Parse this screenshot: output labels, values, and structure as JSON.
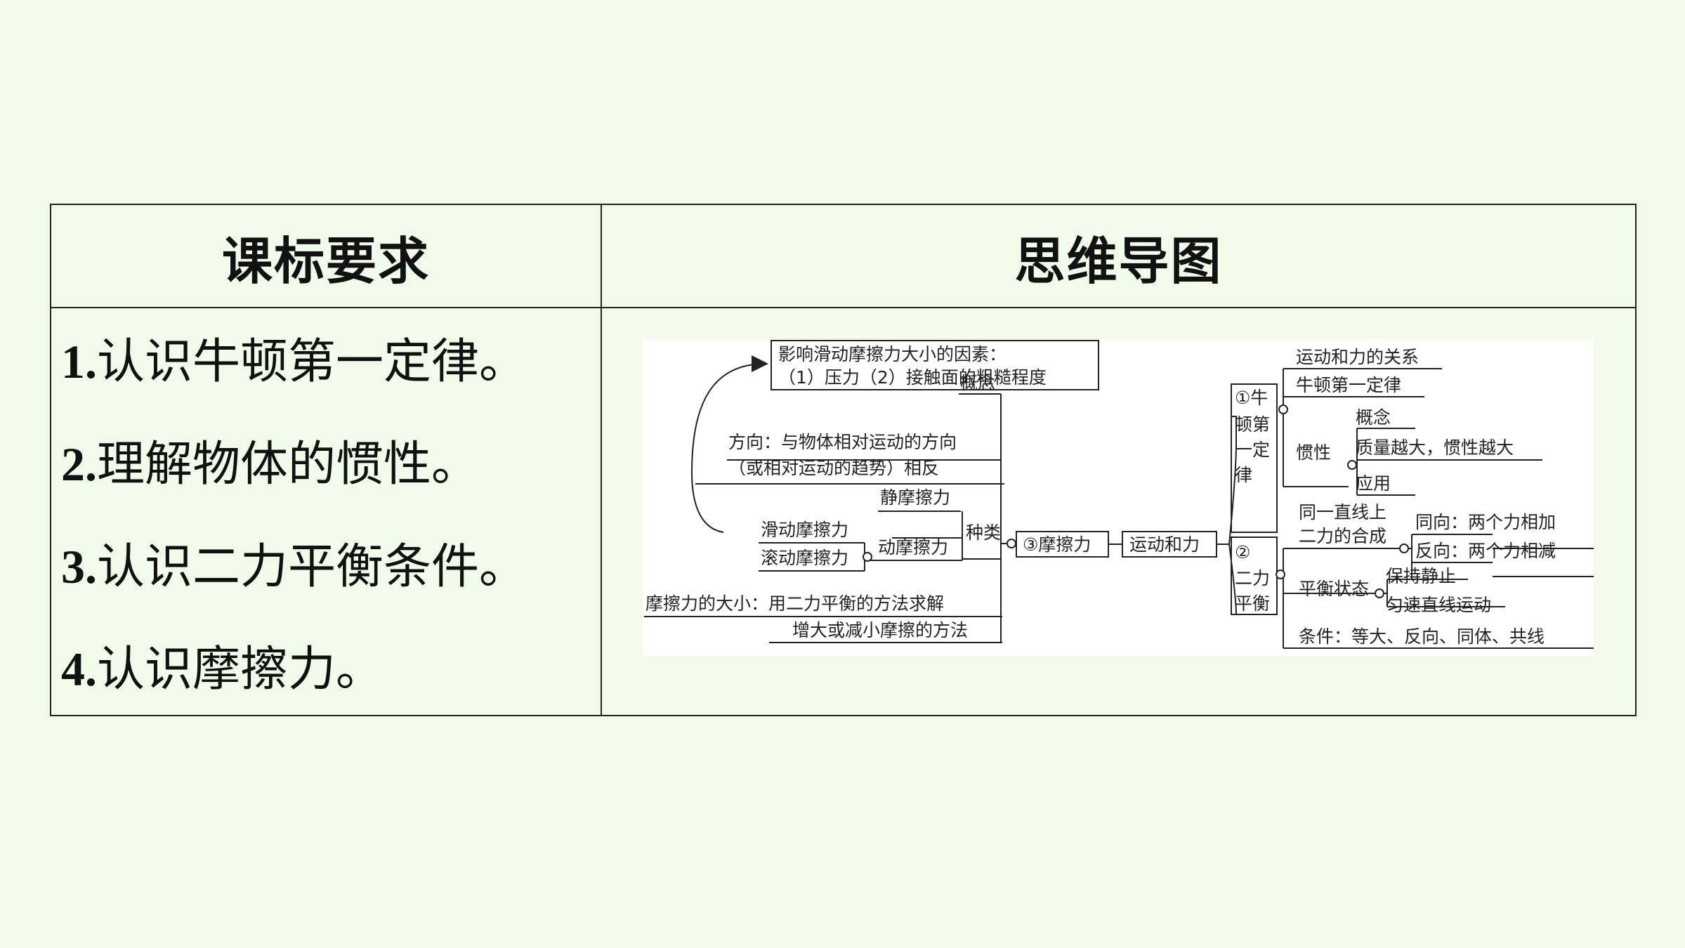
{
  "table": {
    "headers": [
      "课标要求",
      "思维导图"
    ],
    "requirements": [
      {
        "num": "1.",
        "text": "认识牛顿第一定律。"
      },
      {
        "num": "2.",
        "text": "理解物体的惯性。"
      },
      {
        "num": "3.",
        "text": "认识二力平衡条件。"
      },
      {
        "num": "4.",
        "text": "认识摩擦力。"
      }
    ]
  },
  "mindmap": {
    "root": "运动和力",
    "friction": {
      "label": "③摩擦力",
      "factors_line1": "影响滑动摩擦力大小的因素：",
      "factors_line2": "（1）压力（2）接触面的粗糙程度",
      "concept": "概念",
      "direction_line1": "方向：与物体相对运动的方向",
      "direction_line2": "（或相对运动的趋势）相反",
      "kinds": "种类",
      "static": "静摩擦力",
      "kinetic": "动摩擦力",
      "sliding": "滑动摩擦力",
      "rolling": "滚动摩擦力",
      "magnitude": "摩擦力的大小：用二力平衡的方法求解",
      "methods": "增大或减小摩擦的方法"
    },
    "newton": {
      "label_lines": [
        "①牛",
        "顿第",
        "一定",
        "律"
      ],
      "relation": "运动和力的关系",
      "law": "牛顿第一定律",
      "inertia": "惯性",
      "inertia_concept": "概念",
      "inertia_mass": "质量越大，惯性越大",
      "inertia_apply": "应用"
    },
    "balance": {
      "label_lines": [
        "②",
        "二力",
        "平衡"
      ],
      "compose_line1": "同一直线上",
      "compose_line2": "二力的合成",
      "same_dir": "同向：两个力相加",
      "opposite_dir": "反向：两个力相减",
      "state": "平衡状态",
      "static": "保持静止",
      "uniform": "匀速直线运动",
      "condition": "条件：等大、反向、同体、共线"
    }
  }
}
